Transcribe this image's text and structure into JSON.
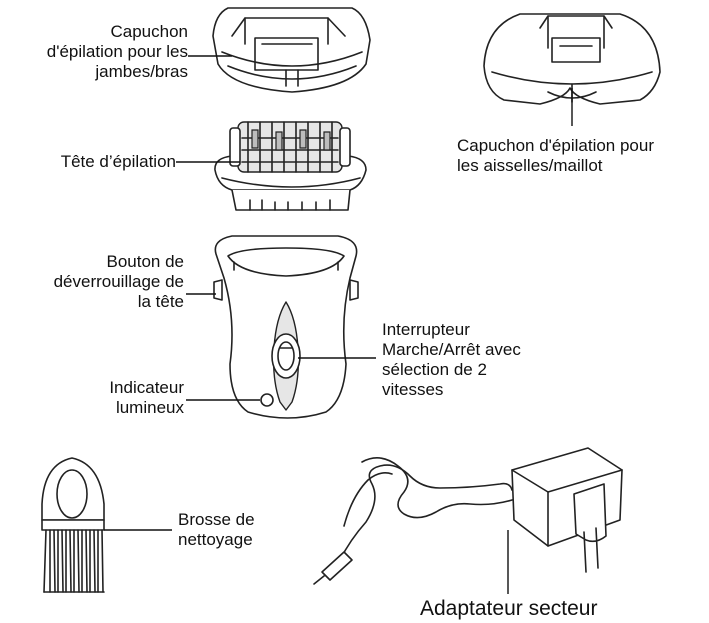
{
  "labels": {
    "cap_legs": "Capuchon\nd'épilation pour les\njambes/bras",
    "cap_armpit": "Capuchon d'épilation pour\nles aisselles/maillot",
    "epilator_head": "Tête d’épilation",
    "head_release": "Bouton de\ndéverrouillage de\nla tête",
    "light_indicator": "Indicateur\nlumineux",
    "power_switch": "Interrupteur\nMarche/Arrêt avec\nsélection de 2\nvitesses",
    "cleaning_brush": "Brosse de\nnettoyage",
    "adapter": "Adaptateur secteur"
  },
  "colors": {
    "line": "#222222",
    "body_fill": "#ffffff",
    "shade": "#e6e6e6"
  }
}
